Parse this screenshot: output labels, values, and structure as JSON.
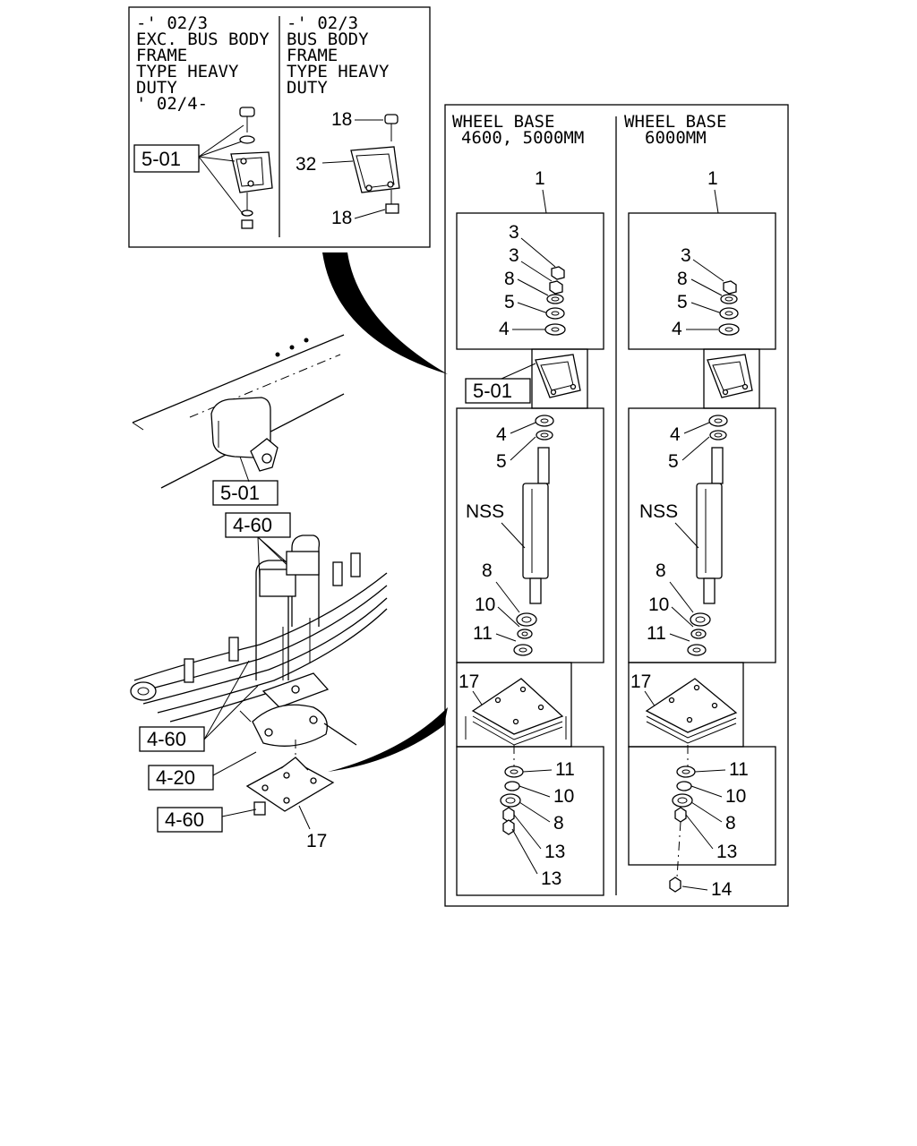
{
  "inset": {
    "left": {
      "lines": [
        "-' 02/3",
        "EXC. BUS BODY",
        "FRAME",
        "TYPE HEAVY",
        "DUTY",
        "' 02/4-"
      ],
      "ref": "5-01"
    },
    "right": {
      "lines": [
        "-' 02/3",
        "BUS BODY",
        "FRAME",
        "TYPE HEAVY",
        "DUTY"
      ],
      "callouts": {
        "top_bolt": "18",
        "bracket": "32",
        "bottom_bolt": "18"
      }
    }
  },
  "overview": {
    "refs": {
      "bracket": "5-01",
      "ubolt": "4-60",
      "ubolt_lower": "4-60",
      "plate": "4-20",
      "nut": "4-60"
    },
    "plate_label": "17"
  },
  "panel": {
    "left": {
      "header": [
        "WHEEL BASE",
        "4600, 5000MM"
      ],
      "assembly": "1",
      "top": [
        "3",
        "3",
        "8",
        "5",
        "4"
      ],
      "bracket_ref": "5-01",
      "mid": [
        "4",
        "5"
      ],
      "shock": "NSS",
      "lower": [
        "8",
        "10",
        "11"
      ],
      "plate": "17",
      "bottom": [
        "11",
        "10",
        "8",
        "13",
        "13"
      ]
    },
    "right": {
      "header": [
        "WHEEL BASE",
        "6000MM"
      ],
      "assembly": "1",
      "top": [
        "3",
        "8",
        "5",
        "4"
      ],
      "mid": [
        "4",
        "5"
      ],
      "shock": "NSS",
      "lower": [
        "8",
        "10",
        "11"
      ],
      "plate": "17",
      "bottom": [
        "11",
        "10",
        "8",
        "13"
      ],
      "nut": "14"
    }
  }
}
